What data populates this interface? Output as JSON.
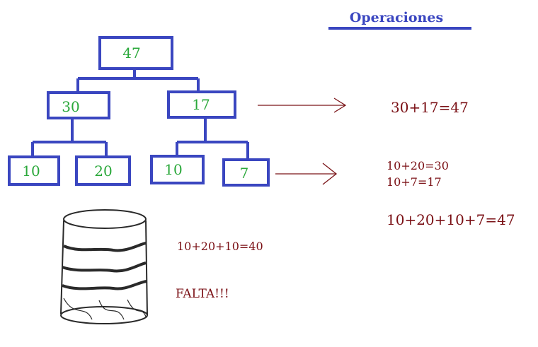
{
  "title": "Operaciones",
  "tree": {
    "root": "47",
    "left": "30",
    "right": "17",
    "left_left": "10",
    "left_right": "20",
    "right_left": "10",
    "right_right": "7"
  },
  "operations": {
    "level1": "30+17=47",
    "level2_a": "10+20=30",
    "level2_b": "10+7=17",
    "total": "10+20+10+7=47"
  },
  "storage_note": {
    "sum": "10+20+10=40",
    "missing": "FALTA!!!"
  },
  "colors": {
    "box_border": "#3a46c0",
    "node_text": "#2aa83a",
    "operation_text": "#7a0f14"
  }
}
